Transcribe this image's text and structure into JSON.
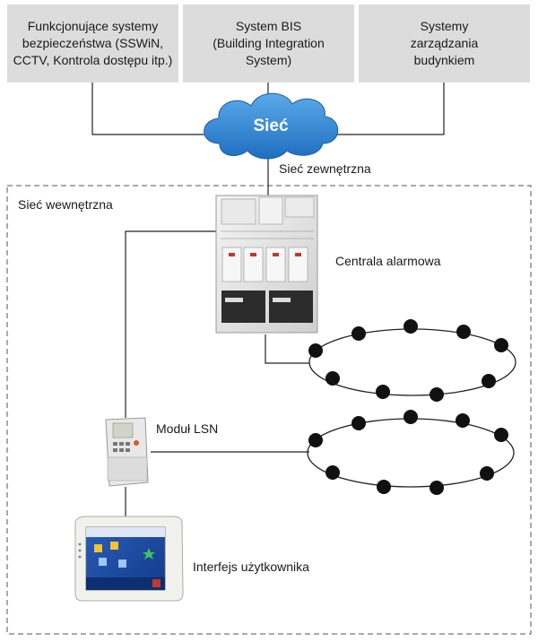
{
  "top_boxes": [
    {
      "line1": "Funkcjonujące systemy",
      "line2": "bezpieczeństwa (SSWiN,",
      "line3": "CCTV, Kontrola dostępu itp.)"
    },
    {
      "line1": "System BIS",
      "line2": "(Building Integration",
      "line3": "System)"
    },
    {
      "line1": "Systemy",
      "line2": "zarządzania",
      "line3": "budynkiem"
    }
  ],
  "cloud": {
    "label": "Sieć",
    "color": "#2f86d6"
  },
  "labels": {
    "external_network": "Sieć zewnętrzna",
    "internal_network": "Sieć wewnętrzna",
    "alarm_panel": "Centrala alarmowa",
    "lsn_module": "Moduł LSN",
    "user_interface": "Interfejs użytkownika"
  },
  "colors": {
    "box_bg": "#dcdcdc",
    "line": "#222222",
    "dash": "#555555",
    "node": "#111111"
  }
}
